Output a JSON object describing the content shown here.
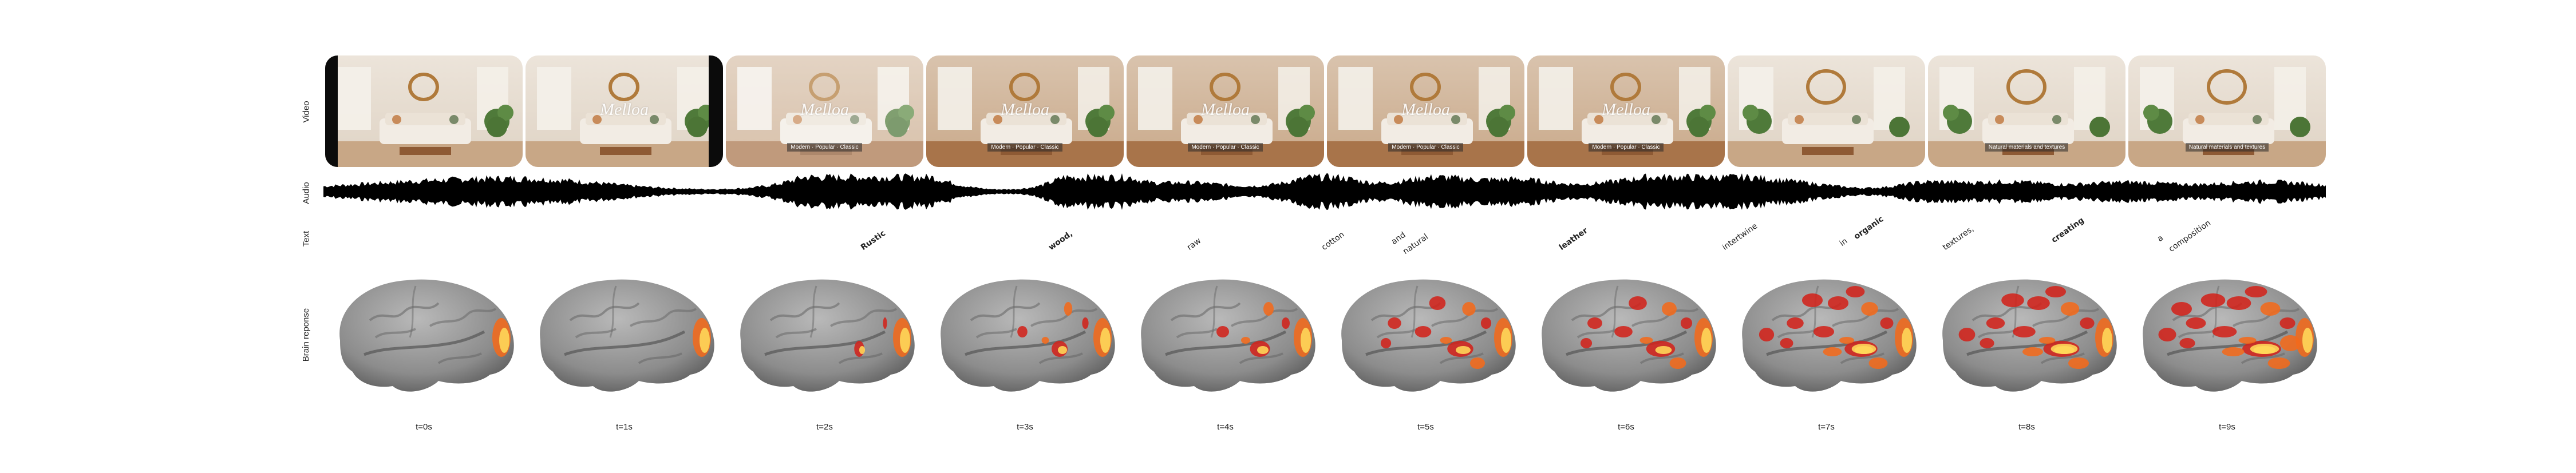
{
  "row_labels": {
    "video": "Video",
    "audio": "Audio",
    "text": "Text",
    "brain": "Brain reponse"
  },
  "frames": [
    {
      "watermark": "",
      "caption": ""
    },
    {
      "watermark": "Melloa",
      "caption": ""
    },
    {
      "watermark": "Melloa",
      "caption": "Modern · Popular · Classic"
    },
    {
      "watermark": "Melloa",
      "caption": "Modern · Popular · Classic"
    },
    {
      "watermark": "Melloa",
      "caption": "Modern · Popular · Classic"
    },
    {
      "watermark": "Melloa",
      "caption": "Modern · Popular · Classic"
    },
    {
      "watermark": "Melloa",
      "caption": "Modern · Popular · Classic"
    },
    {
      "watermark": "",
      "caption": ""
    },
    {
      "watermark": "",
      "caption": "Natural materials and textures"
    },
    {
      "watermark": "",
      "caption": "Natural materials and textures"
    }
  ],
  "words": [
    {
      "text": "Rustic",
      "bold": true
    },
    {
      "text": "wood,",
      "bold": true
    },
    {
      "text": "raw",
      "bold": false
    },
    {
      "text": "cotton",
      "bold": false
    },
    {
      "text": "and",
      "bold": false
    },
    {
      "text": "natural",
      "bold": false
    },
    {
      "text": "leather",
      "bold": true
    },
    {
      "text": "intertwine",
      "bold": false
    },
    {
      "text": "in",
      "bold": false
    },
    {
      "text": "organic",
      "bold": true
    },
    {
      "text": "textures,",
      "bold": false
    },
    {
      "text": "creating",
      "bold": true
    },
    {
      "text": "a",
      "bold": false
    },
    {
      "text": "composition",
      "bold": false
    }
  ],
  "time_labels": [
    "t=0s",
    "t=1s",
    "t=2s",
    "t=3s",
    "t=4s",
    "t=5s",
    "t=6s",
    "t=7s",
    "t=8s",
    "t=9s"
  ],
  "activation_levels": [
    0.1,
    0.12,
    0.25,
    0.4,
    0.5,
    0.65,
    0.72,
    0.82,
    0.9,
    0.97
  ],
  "colors": {
    "brain_gray": "#8c8c8c",
    "activation_red": "#d2231b",
    "activation_orange": "#f26a1b",
    "activation_yellow": "#ffd95a",
    "waveform": "#000000"
  }
}
